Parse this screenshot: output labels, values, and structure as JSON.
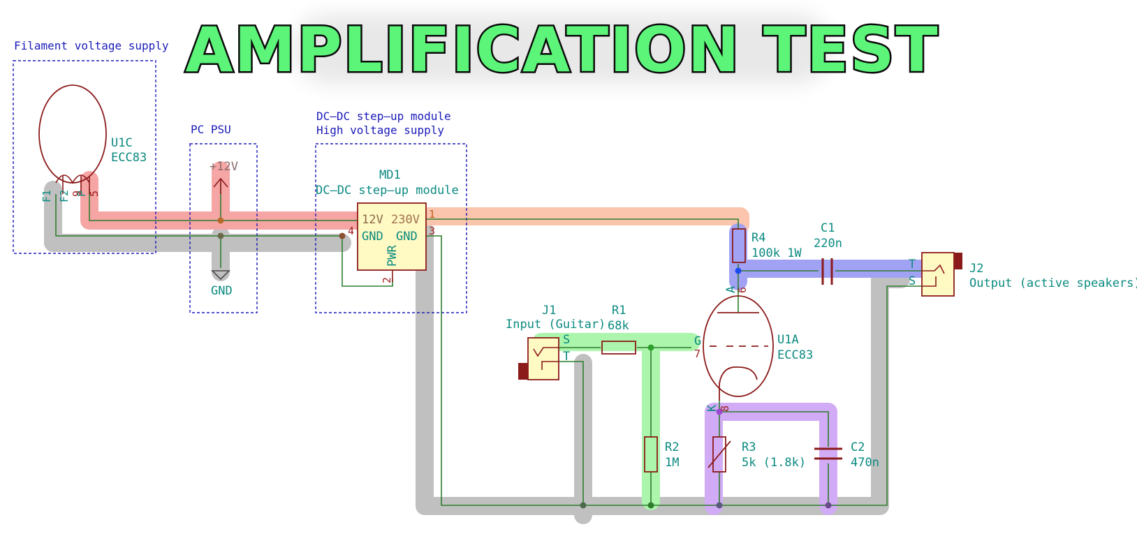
{
  "title": "AMPLIFICATION TEST",
  "colors": {
    "title_fill": "#5cf57a",
    "title_outline": "#0a0a0a",
    "wire": "#2e7d2e",
    "component": "#8b1a1a",
    "component_fill": "#fff9c4",
    "label_blue": "#1a1ab8",
    "label_teal": "#0a8a80",
    "hl_red": "#f59a9a",
    "hl_orange": "#f8c0a0",
    "hl_gray": "#b8b8b8",
    "hl_blue": "#8a8af5",
    "hl_green": "#9af59a",
    "hl_purple": "#c89af5"
  },
  "groups": {
    "filament": "Filament voltage supply",
    "psu": "PC PSU",
    "dcdc_line1": "DC–DC step–up module",
    "dcdc_line2": "High voltage supply"
  },
  "components": {
    "u1c_ref": "U1C",
    "u1c_val": "ECC83",
    "u1c_pins": [
      "F1",
      "F2",
      "P",
      "9",
      "5"
    ],
    "psu_v": "+12V",
    "psu_gnd": "GND",
    "md1_ref": "MD1",
    "md1_val": "DC–DC step–up module",
    "md1_12v": "12V",
    "md1_230v": "230V",
    "md1_gnd1": "GND",
    "md1_gnd2": "GND",
    "md1_pwr": "PWR",
    "md1_pins": [
      "1",
      "4",
      "3",
      "2"
    ],
    "r4_ref": "R4",
    "r4_val": "100k 1W",
    "c1_ref": "C1",
    "c1_val": "220n",
    "j2_ref": "J2",
    "j2_val": "Output (active speakers)",
    "j2_t": "T",
    "j2_s": "S",
    "j1_ref": "J1",
    "j1_val": "Input (Guitar)",
    "j1_s": "S",
    "j1_t": "T",
    "r1_ref": "R1",
    "r1_val": "68k",
    "u1a_ref": "U1A",
    "u1a_val": "ECC83",
    "u1a_a": "A",
    "u1a_6": "6",
    "u1a_g": "G",
    "u1a_7": "7",
    "u1a_k": "K",
    "u1a_8": "8",
    "r2_ref": "R2",
    "r2_val": "1M",
    "r3_ref": "R3",
    "r3_val": "5k (1.8k)",
    "c2_ref": "C2",
    "c2_val": "470n"
  }
}
